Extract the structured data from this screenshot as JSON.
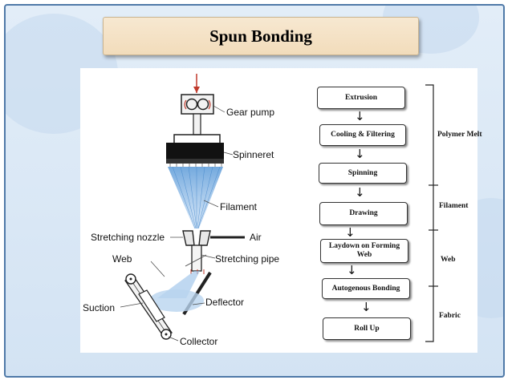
{
  "title": "Spun Bonding",
  "machine_labels": {
    "gear_pump": "Gear pump",
    "spinneret": "Spinneret",
    "filament": "Filament",
    "stretching_nozzle": "Stretching nozzle",
    "air": "Air",
    "web": "Web",
    "stretching_pipe": "Stretching pipe",
    "suction": "Suction",
    "deflector": "Deflector",
    "collector": "Collector"
  },
  "process_steps": [
    "Extrusion",
    "Cooling & Filtering",
    "Spinning",
    "Drawing",
    "Laydown on Forming Web",
    "Autogenous Bonding",
    "Roll Up"
  ],
  "phases": [
    "Polymer Melt",
    "Filament",
    "Web",
    "Fabric"
  ],
  "colors": {
    "frame": "#4f79a8",
    "background": "#d9e7f5",
    "title_bar": "#f4e1c4",
    "spray": "#7fb3e6"
  }
}
